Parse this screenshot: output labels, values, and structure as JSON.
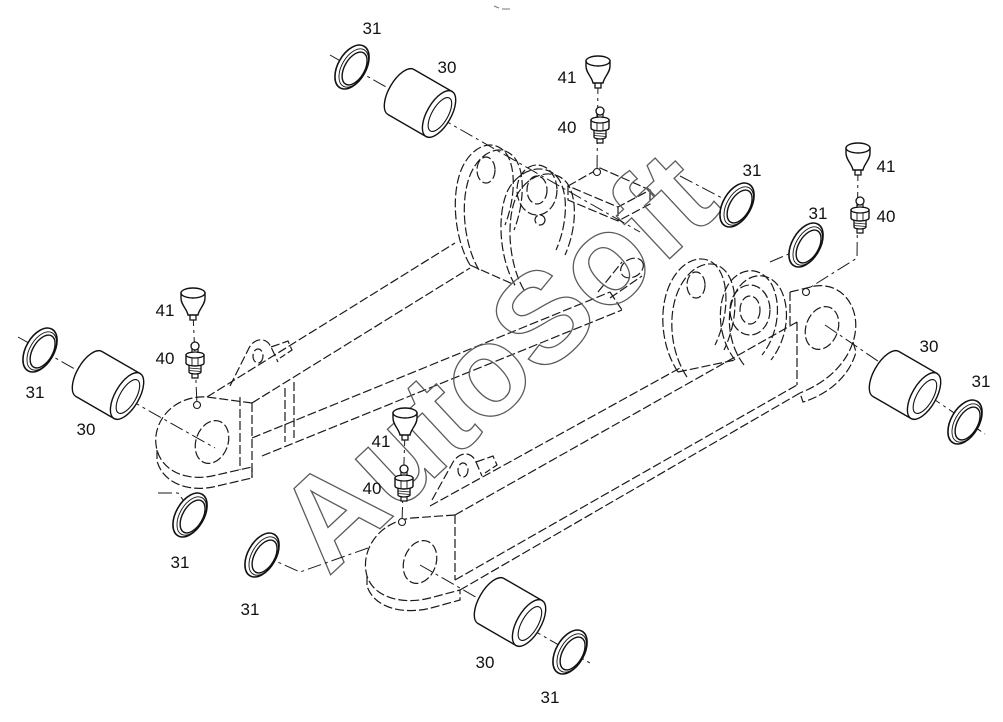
{
  "callouts": [
    "31",
    "30",
    "41",
    "40",
    "31",
    "41",
    "40",
    "31",
    "41",
    "40",
    "31",
    "30",
    "30",
    "31",
    "41",
    "40",
    "31",
    "31",
    "30",
    "31"
  ],
  "watermark": "AutoSoft",
  "colors": {
    "line": "#1a1a1a",
    "background": "#ffffff",
    "watermark": "#5c5c5c"
  }
}
